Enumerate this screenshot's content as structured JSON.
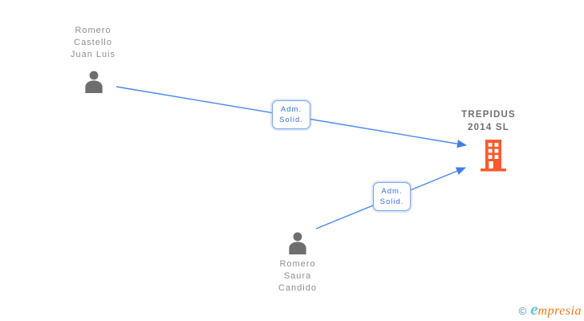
{
  "diagram": {
    "nodes": {
      "person1": {
        "type": "person",
        "lines": [
          "Romero",
          "Castello",
          "Juan Luis"
        ]
      },
      "person2": {
        "type": "person",
        "lines": [
          "Romero",
          "Saura",
          "Candido"
        ]
      },
      "company": {
        "type": "company",
        "lines": [
          "TREPIDUS",
          "2014 SL"
        ]
      }
    },
    "edges": [
      {
        "from": "person1",
        "to": "company",
        "label": [
          "Adm.",
          "Solid."
        ]
      },
      {
        "from": "person2",
        "to": "company",
        "label": [
          "Adm.",
          "Solid."
        ]
      }
    ]
  },
  "watermark": {
    "copyright": "©",
    "brand_initial": "e",
    "brand_rest": "mpresia"
  },
  "colors": {
    "edge_blue": "#4a86e8",
    "edge_label_text": "#3a6fd8",
    "edge_label_border": "#79a4e6",
    "person_icon_gray": "#6e6e6e",
    "node_label_gray": "#8e8f91",
    "company_text_gray": "#6e6f72",
    "building_orange": "#fa5b2e",
    "brand_blue": "#5fc3de",
    "brand_orange": "#e87b1e",
    "copyright_teal": "#4e8ba6",
    "background": "#ffffff"
  }
}
